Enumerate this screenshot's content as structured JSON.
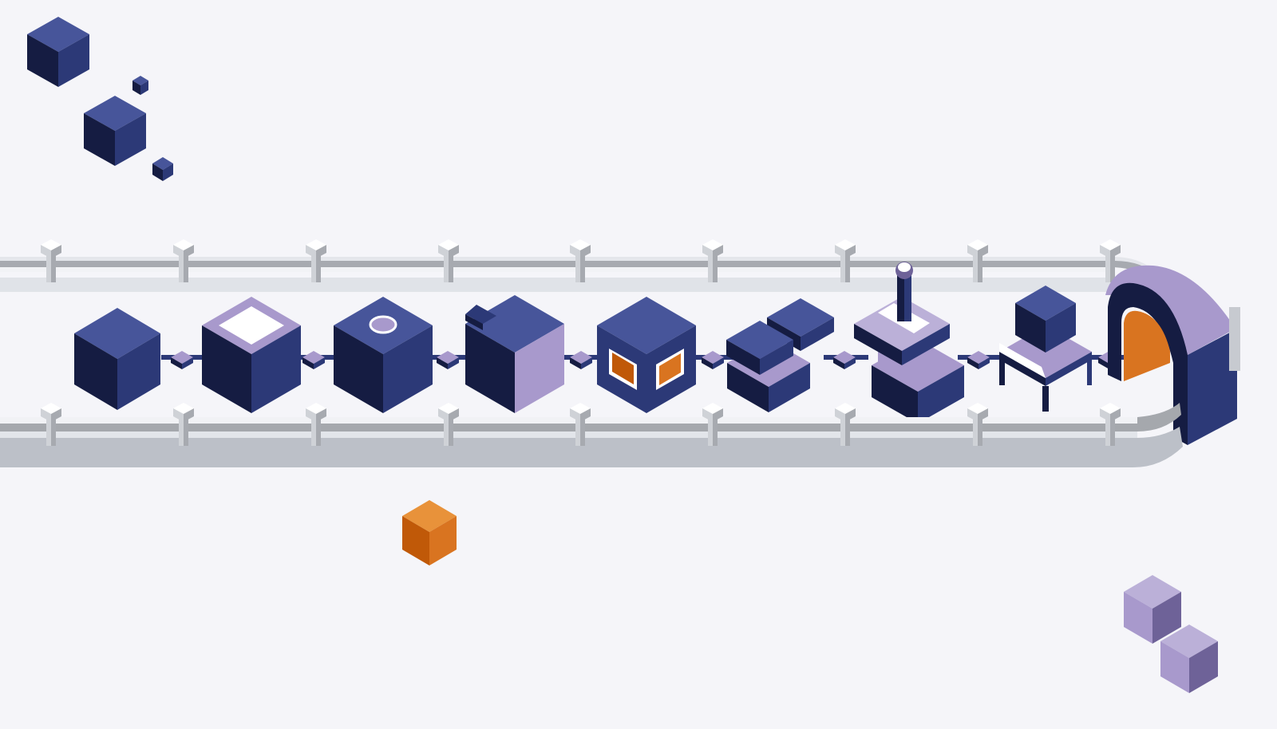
{
  "scene": {
    "colors": {
      "background": "#f5f5f9",
      "navy_top": "#47559a",
      "navy_left": "#151c42",
      "navy_right": "#2c3977",
      "lavender_top": "#bbb0d8",
      "lavender_left": "#a899cc",
      "lavender_right": "#6e6298",
      "orange_top": "#e8923a",
      "orange_left": "#c05908",
      "orange_right": "#d97420",
      "rail_light": "#e2e5ea",
      "rail_mid": "#a5a8ad",
      "rail_dark": "#bcc0c8",
      "post_top": "#ffffff",
      "post_left": "#cfd2d7",
      "post_right": "#a7aab0"
    },
    "pipeline_stages": [
      {
        "kind": "plain-cube"
      },
      {
        "kind": "cube-with-lavender-frame"
      },
      {
        "kind": "cube-with-circle-lid"
      },
      {
        "kind": "notched-cube-with-lavender-face"
      },
      {
        "kind": "cube-with-orange-windows"
      },
      {
        "kind": "stepped-blocks"
      },
      {
        "kind": "press-with-piston"
      },
      {
        "kind": "cube-on-table"
      }
    ],
    "tunnel": {
      "kind": "arch-tunnel-with-orange-interior"
    },
    "floating_cubes": [
      {
        "color": "navy"
      },
      {
        "color": "navy"
      },
      {
        "color": "navy"
      },
      {
        "color": "navy"
      },
      {
        "color": "orange"
      },
      {
        "color": "lavender"
      },
      {
        "color": "lavender"
      }
    ]
  }
}
